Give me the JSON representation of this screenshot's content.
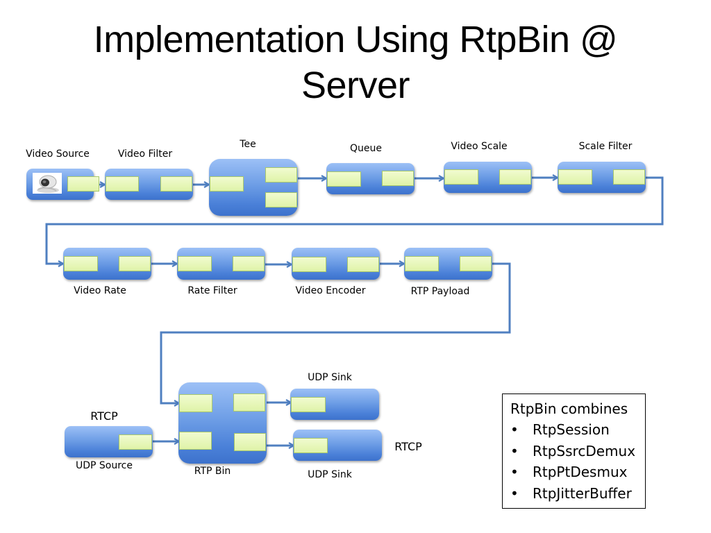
{
  "title": "Implementation Using RtpBin @ Server",
  "colors": {
    "element_fill": "#6e9ee6",
    "pad_fill": "#dff3a8",
    "link_stroke": "#4f7fc0"
  },
  "pipeline": {
    "video_source": "Video Source",
    "video_filter": "Video Filter",
    "tee": "Tee",
    "queue": "Queue",
    "video_scale": "Video Scale",
    "scale_filter": "Scale Filter",
    "video_rate": "Video Rate",
    "rate_filter": "Rate Filter",
    "video_encoder": "Video Encoder",
    "rtp_payload": "RTP Payload",
    "rtp_bin": "RTP Bin",
    "udp_sink_rtp": "UDP Sink",
    "udp_sink_rtcp": "UDP Sink",
    "udp_source": "UDP Source",
    "rtcp_in_label": "RTCP",
    "rtcp_out_label": "RTCP",
    "source_icon": "webcam-icon"
  },
  "info_box": {
    "heading": "RtpBin combines",
    "bullet": "•",
    "items": [
      "RtpSession",
      "RtpSsrcDemux",
      "RtpPtDesmux",
      "RtpJitterBuffer"
    ]
  }
}
